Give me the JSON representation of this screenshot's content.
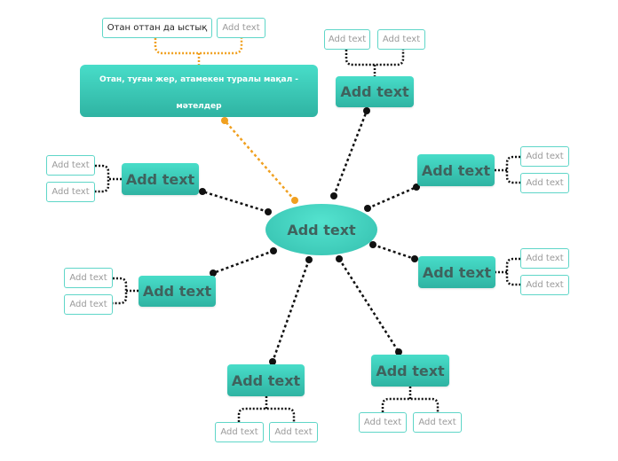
{
  "center": {
    "label": "Add text"
  },
  "main_topic": {
    "label": "Отан, туған жер, атамекен  туралы мақал - мәтелдер",
    "children": [
      "Отан оттан да ыстық",
      "Add text"
    ]
  },
  "branches": [
    {
      "id": "top-right",
      "label": "Add text",
      "children": [
        "Add text",
        "Add text"
      ]
    },
    {
      "id": "right-upper",
      "label": "Add text",
      "children": [
        "Add text",
        "Add text"
      ]
    },
    {
      "id": "right-lower",
      "label": "Add text",
      "children": [
        "Add text",
        "Add text"
      ]
    },
    {
      "id": "bottom-right",
      "label": "Add text",
      "children": [
        "Add text",
        "Add text"
      ]
    },
    {
      "id": "bottom-left",
      "label": "Add text",
      "children": [
        "Add text",
        "Add text"
      ]
    },
    {
      "id": "left-lower",
      "label": "Add text",
      "children": [
        "Add text",
        "Add text"
      ]
    },
    {
      "id": "left-upper",
      "label": "Add text",
      "children": [
        "Add text",
        "Add text"
      ]
    }
  ],
  "colors": {
    "node_top": "#48ddc9",
    "node_bottom": "#2fb3a2",
    "child_border": "#5fd6c8",
    "connector": "#111111",
    "main_connector": "#f0a020",
    "node_text": "#3f625d"
  }
}
